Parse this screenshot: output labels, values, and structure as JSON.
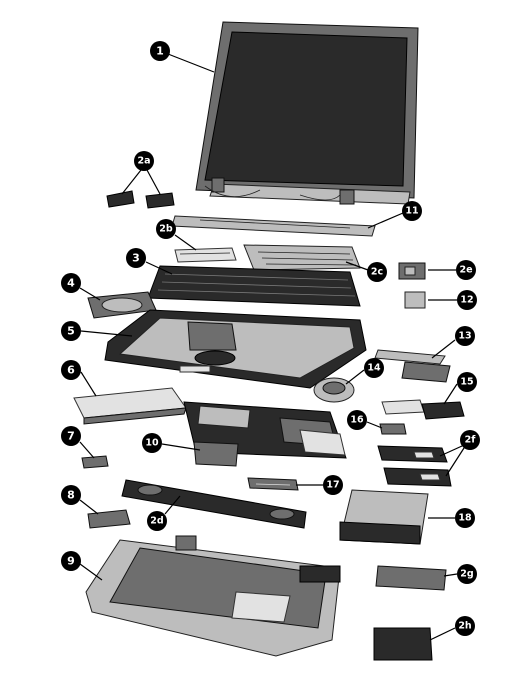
{
  "callouts": {
    "c1": "1",
    "c2a": "2a",
    "c2b": "2b",
    "c2c": "2c",
    "c2d": "2d",
    "c2e": "2e",
    "c2f": "2f",
    "c2g": "2g",
    "c2h": "2h",
    "c3": "3",
    "c4": "4",
    "c5": "5",
    "c6": "6",
    "c7": "7",
    "c8": "8",
    "c9": "9",
    "c10": "10",
    "c11": "11",
    "c12": "12",
    "c13": "13",
    "c14": "14",
    "c15": "15",
    "c16": "16",
    "c17": "17",
    "c18": "18"
  }
}
